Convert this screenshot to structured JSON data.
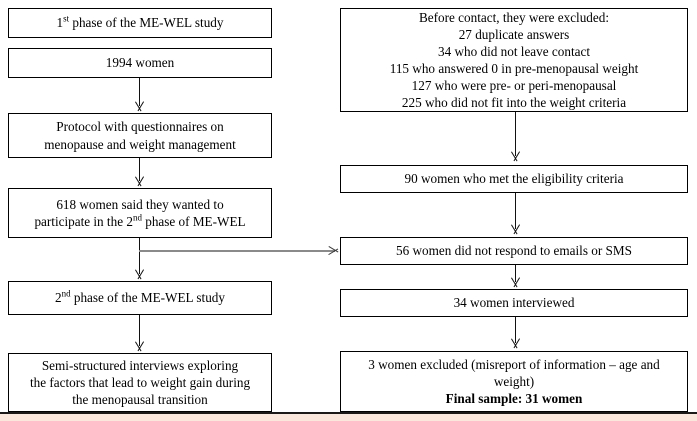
{
  "diagram": {
    "title": "ME-WEL study participant flow",
    "colors": {
      "box_border": "#000000",
      "box_fill": "#ffffff",
      "arrow": "#111111",
      "cross_arrow": "#8a8a8a",
      "page_strip": "#fce7dc"
    },
    "left_column": [
      {
        "id": "phase1",
        "lines": [
          {
            "text": "1",
            "sup": "st",
            "after": " phase of the ME-WEL study"
          }
        ]
      },
      {
        "id": "women-1994",
        "lines": [
          {
            "text": "1994 women"
          }
        ]
      },
      {
        "id": "protocol",
        "lines": [
          {
            "text": "Protocol with questionnaires on"
          },
          {
            "text": "menopause and weight management"
          }
        ]
      },
      {
        "id": "wanted-participate",
        "lines": [
          {
            "text": "618 women said they wanted to"
          },
          {
            "text": "participate in the 2",
            "sup": "nd",
            "after": " phase of ME-WEL"
          }
        ]
      },
      {
        "id": "phase2",
        "lines": [
          {
            "text": "2",
            "sup": "nd",
            "after": " phase of the ME-WEL study"
          }
        ]
      },
      {
        "id": "interviews",
        "lines": [
          {
            "text": "Semi-structured interviews exploring"
          },
          {
            "text": "the factors that lead to weight gain during"
          },
          {
            "text": "the menopausal transition"
          }
        ]
      }
    ],
    "right_column": [
      {
        "id": "excluded",
        "lines": [
          {
            "text": "Before contact, they were excluded:"
          },
          {
            "text": "27 duplicate answers"
          },
          {
            "text": "34 who did not leave contact"
          },
          {
            "text": "115 who answered 0 in pre-menopausal weight"
          },
          {
            "text": "127 who were pre- or peri-menopausal"
          },
          {
            "text": "225 who did not fit into the weight criteria"
          }
        ]
      },
      {
        "id": "eligible-90",
        "lines": [
          {
            "text": "90 women who met the eligibility criteria"
          }
        ]
      },
      {
        "id": "no-response-56",
        "lines": [
          {
            "text": "56 women did not respond to emails or SMS"
          }
        ]
      },
      {
        "id": "interviewed-34",
        "lines": [
          {
            "text": "34 women interviewed"
          }
        ]
      },
      {
        "id": "final-sample",
        "lines": [
          {
            "text": "3 women excluded (misreport of information – age and"
          },
          {
            "text": "weight)"
          },
          {
            "text": "Final sample: 31 women",
            "bold": true
          }
        ]
      }
    ]
  }
}
